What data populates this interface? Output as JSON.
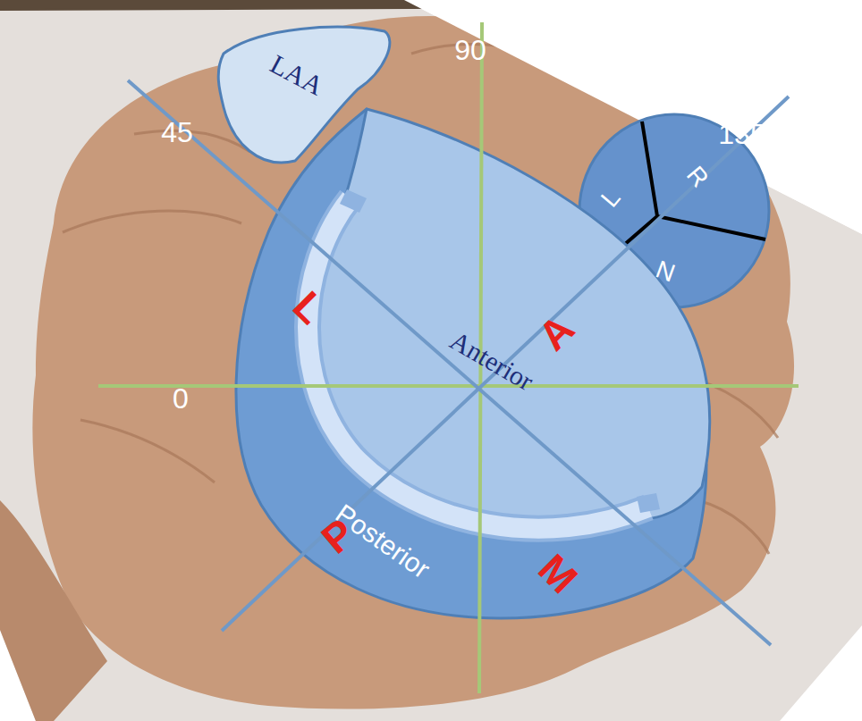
{
  "diagram": {
    "nodes": [
      {
        "text": [
          "LAA"
        ]
      },
      {
        "text": [
          "L",
          "R",
          "N"
        ]
      },
      {
        "text": [
          "Posterior"
        ]
      },
      {
        "text": [
          "Anterior"
        ]
      }
    ],
    "labels": [
      "90",
      "45",
      "135",
      "0",
      "L",
      "A",
      "P",
      "M"
    ]
  }
}
